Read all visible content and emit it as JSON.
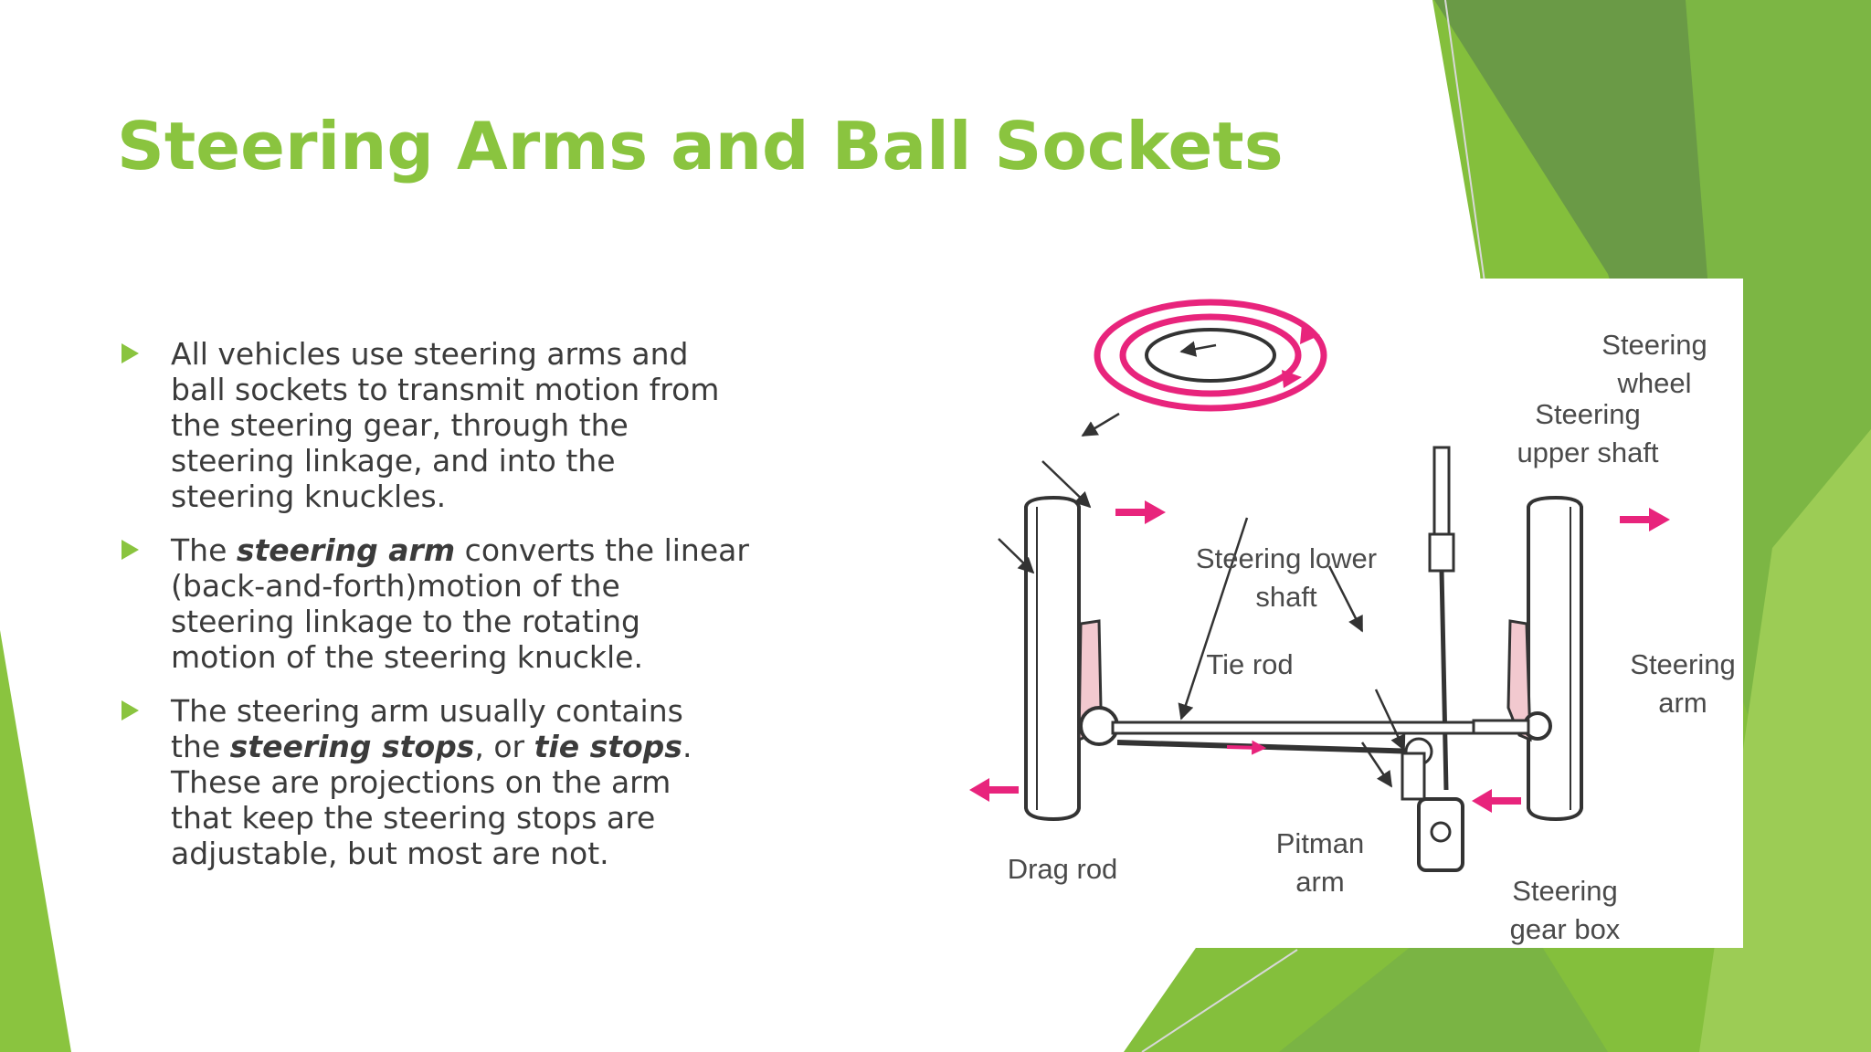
{
  "slide": {
    "title": "Steering Arms and Ball Sockets",
    "colors": {
      "accent": "#8ac43f",
      "dark_green": "#6a9a46",
      "text": "#3b3b3b",
      "arrow_magenta": "#e8247c"
    }
  },
  "bullets": [
    {
      "lines": [
        [
          {
            "text": "All vehicles use steering arms and"
          }
        ],
        [
          {
            "text": "ball sockets to transmit motion from"
          }
        ],
        [
          {
            "text": "the steering gear, through the"
          }
        ],
        [
          {
            "text": "steering linkage, and into the"
          }
        ],
        [
          {
            "text": "steering knuckles."
          }
        ]
      ]
    },
    {
      "lines": [
        [
          {
            "text": "The "
          },
          {
            "text": "steering arm",
            "em": true
          },
          {
            "text": " converts the linear"
          }
        ],
        [
          {
            "text": "(back-and-forth)motion of the"
          }
        ],
        [
          {
            "text": "steering linkage to the rotating"
          }
        ],
        [
          {
            "text": "motion of the steering knuckle."
          }
        ]
      ]
    },
    {
      "lines": [
        [
          {
            "text": " The steering arm usually contains"
          }
        ],
        [
          {
            "text": "the "
          },
          {
            "text": "steering stops",
            "em": true
          },
          {
            "text": ", or "
          },
          {
            "text": "tie stops",
            "em": true
          },
          {
            "text": "."
          }
        ],
        [
          {
            "text": "These are projections on the arm"
          }
        ],
        [
          {
            "text": "that keep the steering stops are"
          }
        ],
        [
          {
            "text": "adjustable, but most are not."
          }
        ]
      ]
    }
  ],
  "diagram": {
    "labels": {
      "steering_wheel": [
        "Steering",
        "wheel"
      ],
      "upper_shaft": [
        "Steering",
        "upper shaft"
      ],
      "lower_shaft": [
        "Steering lower",
        "shaft"
      ],
      "tie_rod": [
        "Tie rod"
      ],
      "steering_arm": [
        "Steering",
        "arm"
      ],
      "drag_rod": [
        "Drag rod"
      ],
      "pitman_arm": [
        "Pitman",
        "arm"
      ],
      "gear_box": [
        "Steering",
        "gear box"
      ]
    }
  }
}
